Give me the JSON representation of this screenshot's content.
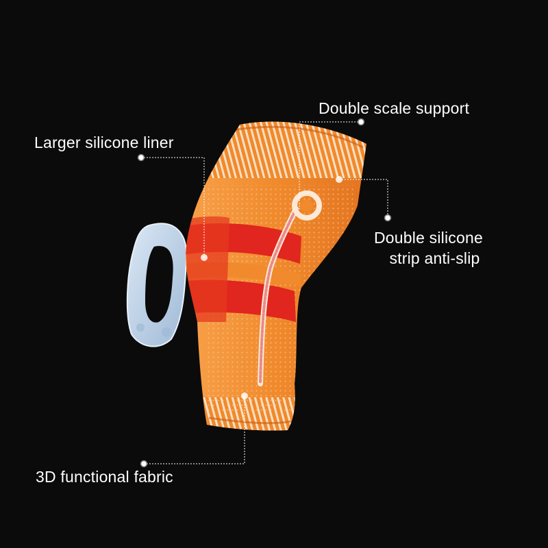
{
  "colors": {
    "background": "#0b0b0b",
    "sleeve_orange": "#f08a2c",
    "sleeve_red": "#e0261e",
    "silicone_blue": "#b9cfe6",
    "stripe_white": "#fde9d6",
    "callout_line": "#ffffff"
  },
  "callouts": {
    "scale_support": "Double scale support",
    "silicone_liner": "Larger silicone liner",
    "strip_line1": "Double silicone",
    "strip_line2": "strip anti-slip",
    "functional_fabric": "3D functional fabric"
  }
}
